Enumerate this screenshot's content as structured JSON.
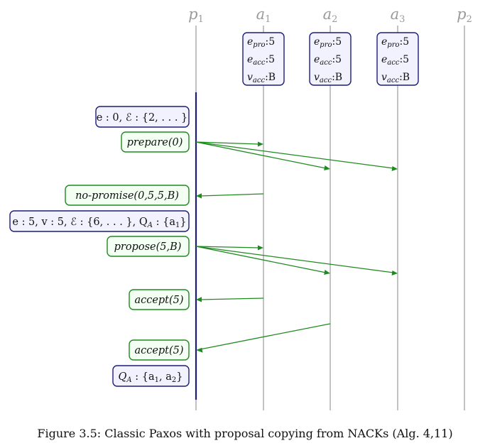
{
  "lifelines": [
    {
      "label": "p",
      "sub": "1"
    },
    {
      "label": "a",
      "sub": "1"
    },
    {
      "label": "a",
      "sub": "2"
    },
    {
      "label": "a",
      "sub": "3"
    },
    {
      "label": "p",
      "sub": "2"
    }
  ],
  "acceptor_state": {
    "e_pro": {
      "var": "e",
      "sub": "pro",
      "value": ":5"
    },
    "e_acc": {
      "var": "e",
      "sub": "acc",
      "value": ":5"
    },
    "v_acc": {
      "var": "v",
      "sub": "acc",
      "value": ":B"
    }
  },
  "proposer_states": {
    "state1": "e : 0, ℰ : {2, . . . }",
    "state2": "e : 5, v : 5, ℰ : {6, . . . }, Q",
    "state2_sub": "A",
    "state2_tail": " : {a",
    "state2_tail_sub": "1",
    "state2_end": "}",
    "state3": "Q",
    "state3_sub": "A",
    "state3_mid": " : {a",
    "state3_sub2": "1",
    "state3_comma": ", a",
    "state3_sub3": "2",
    "state3_end": "}"
  },
  "messages": {
    "prepare": "prepare(0)",
    "no_promise": "no-promise(0,5,5,B)",
    "propose": "propose(5,B)",
    "accept1": "accept(5)",
    "accept2": "accept(5)"
  },
  "caption": "Figure 3.5: Classic Paxos with proposal copying from NACKs (Alg. 4,11)",
  "colors": {
    "lifeline": "#9a9a9a",
    "proposer_active": "#1c1c7a",
    "message": "#1f8a1f",
    "state_fill": "#f2f2ff",
    "message_fill": "#f2fff2"
  }
}
